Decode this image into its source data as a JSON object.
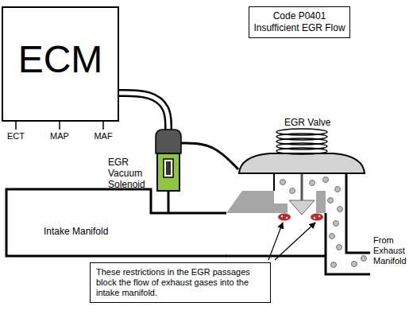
{
  "diagram": {
    "nodes": [
      {
        "text": [
          "ECM"
        ]
      },
      {
        "text": [
          "Code P0401 Insufficient EGR Flow"
        ]
      },
      {
        "text": [
          "EGR Vacuum Solenoid"
        ]
      },
      {
        "text": [
          "EGR Valve"
        ]
      },
      {
        "text": [
          "Intake Manifold"
        ]
      },
      {
        "text": [
          "These restrictions in the EGR passages block the flow of exhaust gases into the intake manifold."
        ]
      }
    ],
    "edges": [
      {
        "from": 0,
        "to": 2,
        "arrow": "none"
      },
      {
        "from": 2,
        "to": 3,
        "arrow": "none"
      },
      {
        "from": 2,
        "to": 4,
        "arrow": "none"
      }
    ],
    "labels": [
      "ECT",
      "MAP",
      "MAF",
      "From Exhaust Manifold"
    ]
  }
}
